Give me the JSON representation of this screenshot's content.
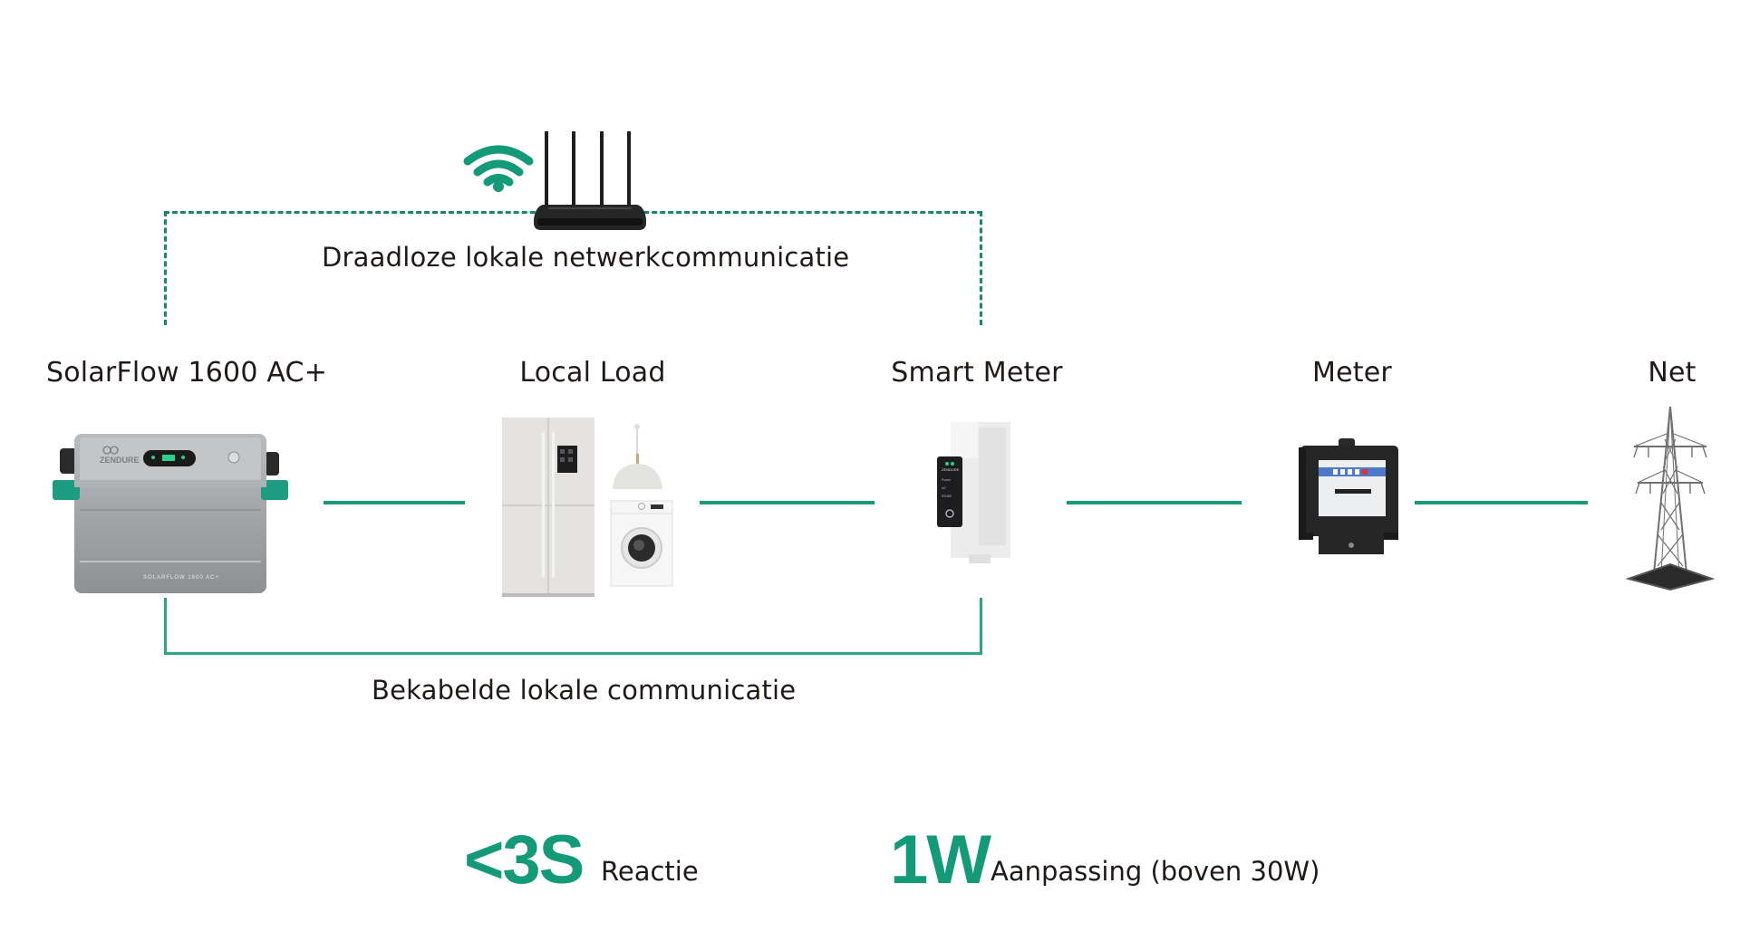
{
  "colors": {
    "accent": "#139a78",
    "line": "#17997a",
    "text": "#1f1a17"
  },
  "wireless": {
    "label": "Draadloze lokale netwerkcommunicatie",
    "icons": [
      "wifi-icon",
      "router-icon"
    ]
  },
  "wired": {
    "label": "Bekabelde lokale communicatie"
  },
  "nodes": [
    {
      "id": "solarflow",
      "label": "SolarFlow 1600 AC+",
      "icon": "battery-unit-icon",
      "brand": "ZENDURE",
      "product_text": "SOLARFLOW 1600 AC+"
    },
    {
      "id": "local-load",
      "label": "Local Load",
      "icon": "appliances-icon"
    },
    {
      "id": "smart-meter",
      "label": "Smart Meter",
      "icon": "smart-meter-icon",
      "brand": "ZENDURE",
      "indicators": [
        "Power",
        "IoT",
        "RS485"
      ]
    },
    {
      "id": "meter",
      "label": "Meter",
      "icon": "electricity-meter-icon"
    },
    {
      "id": "net",
      "label": "Net",
      "icon": "power-pylon-icon"
    }
  ],
  "stats": [
    {
      "value": "<3S",
      "caption": "Reactie"
    },
    {
      "value": "1W",
      "caption": "Aanpassing (boven 30W)"
    }
  ]
}
